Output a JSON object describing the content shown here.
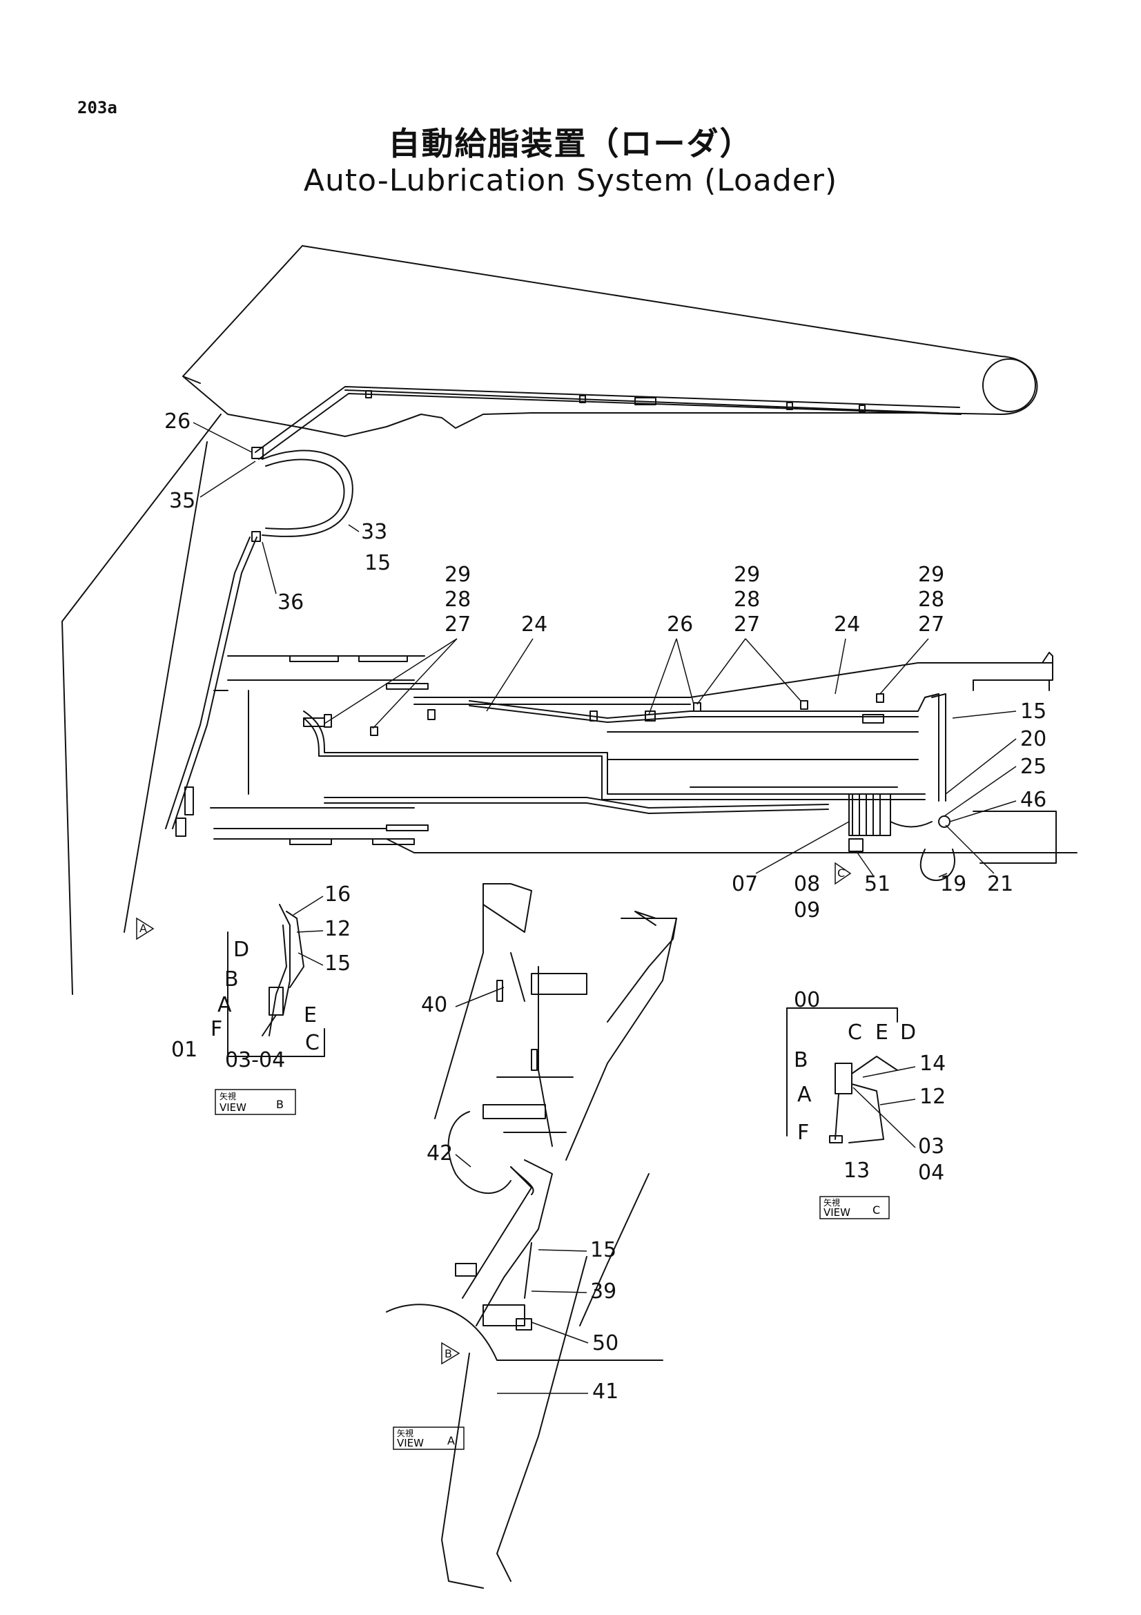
{
  "header": {
    "page_number": "203a",
    "title_jp": "自動給脂装置（ローダ）",
    "title_en": "Auto-Lubrication System (Loader)"
  },
  "callouts": {
    "c26a": "26",
    "c35": "35",
    "c33": "33",
    "c15a": "15",
    "c36": "36",
    "c29a": "29",
    "c28a": "28",
    "c27a": "27",
    "c24a": "24",
    "c26b": "26",
    "c29b": "29",
    "c28b": "28",
    "c27b": "27",
    "c24b": "24",
    "c29c": "29",
    "c28c": "28",
    "c27c": "27",
    "c15b": "15",
    "c20": "20",
    "c25": "25",
    "c46": "46",
    "c07": "07",
    "c08": "08",
    "c09": "09",
    "c51": "51",
    "c19": "19",
    "c21": "21",
    "c16": "16",
    "c12a": "12",
    "c15c": "15",
    "cDa": "D",
    "cBa": "B",
    "cAa": "A",
    "cFa": "F",
    "cEa": "E",
    "cCa": "C",
    "c01": "01",
    "c0304": "03-04",
    "c40": "40",
    "c42": "42",
    "c15d": "15",
    "c39": "39",
    "c50": "50",
    "c41": "41",
    "c00": "00",
    "cCb": "C",
    "cEb": "E",
    "cDb": "D",
    "cBb": "B",
    "c14": "14",
    "cAb": "A",
    "c12b": "12",
    "cFb": "F",
    "c03": "03",
    "c04": "04",
    "c13": "13"
  },
  "view_markers": {
    "a": "A",
    "b": "B",
    "c": "C"
  },
  "view_labels": {
    "kanji": "矢視",
    "view": "VIEW",
    "a": "A",
    "b": "B",
    "c": "C"
  }
}
